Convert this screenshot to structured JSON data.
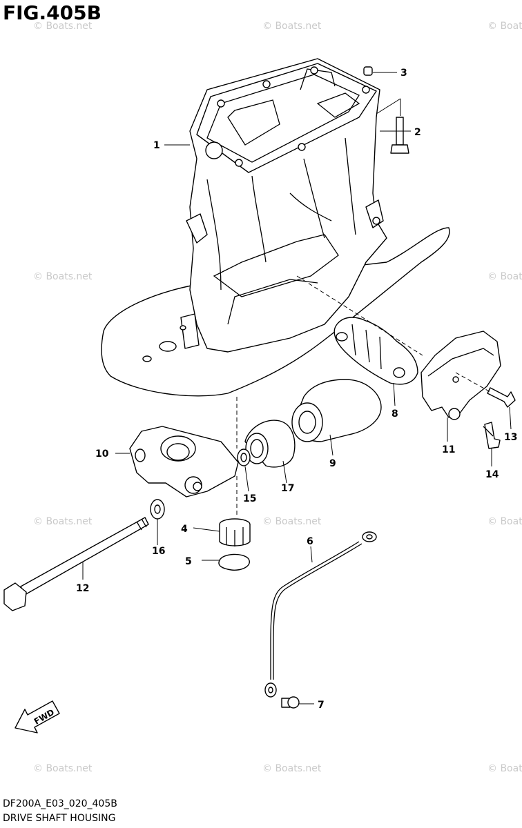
{
  "figure": {
    "title": "FIG.405B",
    "code": "DF200A_E03_020_405B",
    "caption": "DRIVE SHAFT HOUSING"
  },
  "watermark": "© Boats.net",
  "callouts": [
    "1",
    "2",
    "3",
    "4",
    "5",
    "6",
    "7",
    "8",
    "9",
    "10",
    "11",
    "12",
    "13",
    "14",
    "15",
    "16",
    "17"
  ],
  "fwd_label": "FWD",
  "icons": [
    "drive-shaft-housing",
    "fwd-arrow-icon"
  ]
}
